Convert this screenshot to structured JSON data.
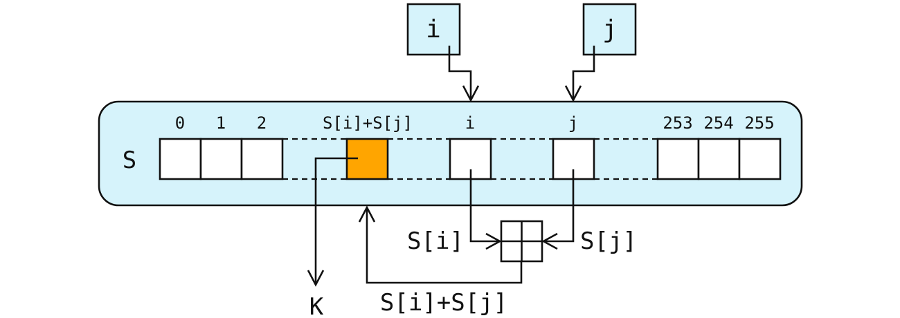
{
  "register_i": {
    "label": "i"
  },
  "register_j": {
    "label": "j"
  },
  "state_array": {
    "name": "S",
    "index_labels": {
      "idx0": "0",
      "idx1": "1",
      "idx2": "2",
      "sum": "S[i]+S[j]",
      "i": "i",
      "j": "j",
      "idx253": "253",
      "idx254": "254",
      "idx255": "255"
    }
  },
  "flow_labels": {
    "s_i": "S[i]",
    "s_j": "S[j]",
    "sum": "S[i]+S[j]",
    "output": "K"
  },
  "colors": {
    "array_fill": "#d6f3fb",
    "highlight_cell": "#ffa500",
    "stroke": "#111111"
  }
}
